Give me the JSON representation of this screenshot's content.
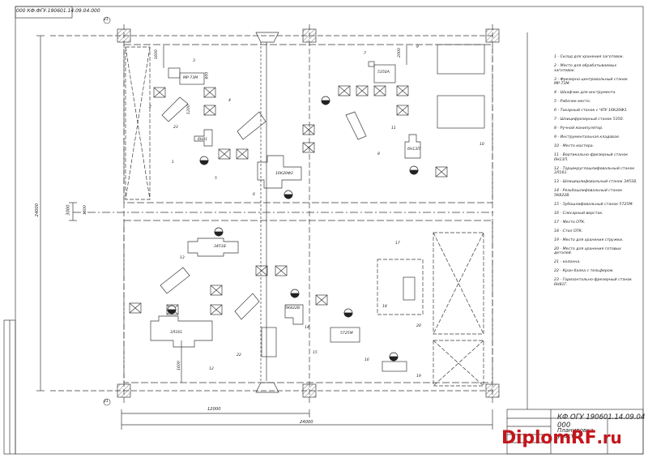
{
  "header": {
    "top_code": "000 КФ.ФГУ.190601.14.09.04.000"
  },
  "stamp": {
    "code": "КФ ОГУ 190601.14.09.04 000",
    "title_line1": "Планировка",
    "title_line2": "участка"
  },
  "watermark": {
    "main": "DiplomRF",
    "suffix": ".ru"
  },
  "dimensions": {
    "width_total": "24000",
    "width_half": "12000",
    "height_total": "24000",
    "aisle": "3000",
    "d1": "1600",
    "d2": "1200",
    "d3": "600",
    "d4": "2000",
    "d5": "1600",
    "d6": "1600"
  },
  "machine_labels": {
    "m3": "МР-73М",
    "m7": "5350А",
    "m6": "16К20Ф3",
    "m11": "6Н13П",
    "m23": "6Н81",
    "m13": "3451В",
    "m14": "5К822В",
    "m12": "3Л161",
    "m15": "5725М"
  },
  "callouts": [
    "1",
    "2",
    "3",
    "4",
    "5",
    "6",
    "7",
    "8",
    "9",
    "10",
    "11",
    "12",
    "13",
    "14",
    "15",
    "16",
    "17",
    "18",
    "19",
    "20",
    "21",
    "22",
    "23"
  ],
  "legend": [
    "1 - Склад для хранения заготовок.",
    "2 - Место для обрабатываемых заготовок.",
    "3 - Фрезерно-центровальный станок МР-73М.",
    "4 - Шкафчик для инструмента.",
    "5 - Рабочее место.",
    "6 - Токарный станок с ЧПУ 16К20Ф3.",
    "7 - Шлицефрезерный станок 5350.",
    "8 - Ручной манипулятор.",
    "9 - Инструментальная кладовая.",
    "10 - Место мастера.",
    "11 - Вертикально-фрезерный станок 6Н13П.",
    "12 - Торцекруглошлифовальный станок 3Л161.",
    "13 - Шлицешлифовальный станок 3451В.",
    "14 - Резьбошлифовальный станок 5К822В.",
    "15 - Зубошлифовальный станок 5725М.",
    "16 - Слесарный верстак.",
    "17 - Место ОТК.",
    "18 - Стол ОТК.",
    "19 - Место для хранения стружки.",
    "20 - Место для хранения готовых деталей.",
    "21 - колонна.",
    "22 - Кран-балка с тельфером.",
    "23 - Горизонтально-фрезерный станок 6Н81Г."
  ],
  "colors": {
    "line": "#3a3a3a",
    "watermark": "#c3161c"
  }
}
